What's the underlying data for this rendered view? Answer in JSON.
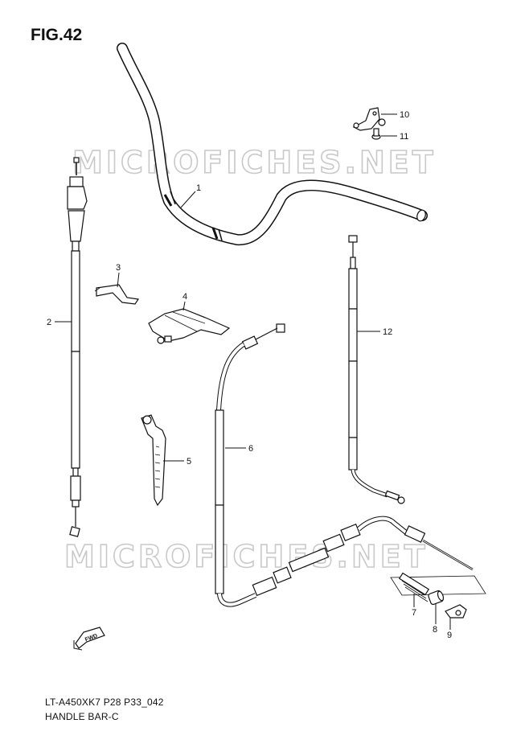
{
  "figure": {
    "title": "FIG.42"
  },
  "watermark": {
    "text": "MICROFICHES.NET",
    "color": "#c9c9c9"
  },
  "callouts": [
    {
      "id": "1",
      "label": "1"
    },
    {
      "id": "2",
      "label": "2"
    },
    {
      "id": "3",
      "label": "3"
    },
    {
      "id": "4",
      "label": "4"
    },
    {
      "id": "5",
      "label": "5"
    },
    {
      "id": "6",
      "label": "6"
    },
    {
      "id": "7",
      "label": "7"
    },
    {
      "id": "8",
      "label": "8"
    },
    {
      "id": "9",
      "label": "9"
    },
    {
      "id": "10",
      "label": "10"
    },
    {
      "id": "11",
      "label": "11"
    },
    {
      "id": "12",
      "label": "12"
    }
  ],
  "fwd_label": "FWD",
  "footer": {
    "model_code": "LT-A450XK7 P28 P33_042",
    "section": "HANDLE BAR-C"
  }
}
